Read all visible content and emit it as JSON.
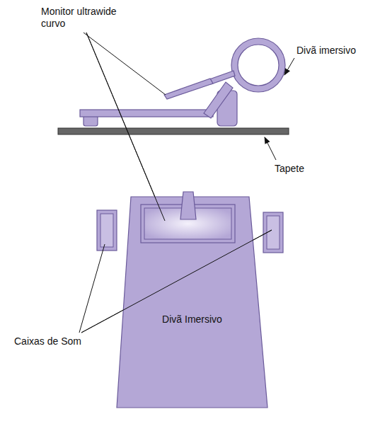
{
  "diagram": {
    "nodes": [
      {
        "text": [
          "Divã Imersivo"
        ]
      }
    ],
    "labels": [
      "Monitor ultrawide curvo",
      "Divã imersivo",
      "Tapete",
      "Caixas de Som"
    ]
  }
}
